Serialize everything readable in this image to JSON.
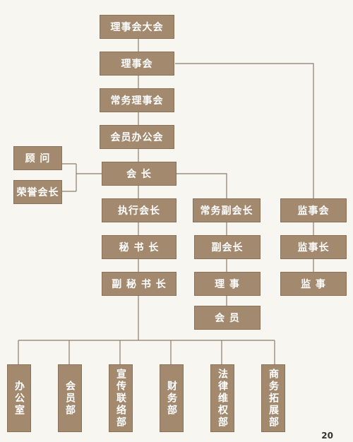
{
  "chart": {
    "boxes": {
      "general_assembly": "理事会大会",
      "council": "理事会",
      "standing_council": "常务理事会",
      "office_meeting": "会员办公会",
      "advisor": "顾 问",
      "honorary_president": "荣誉会长",
      "president": "会 长",
      "executive_president": "执行会长",
      "standing_vice_president": "常务副会长",
      "board_of_supervisors": "监事会",
      "secretary_general": "秘 书 长",
      "vice_president": "副会长",
      "chief_supervisor": "监事长",
      "deputy_secretary_general": "副 秘 书 长",
      "director": "理 事",
      "supervisor": "监 事",
      "member": "会 员"
    },
    "departments": [
      "办公室",
      "会员部",
      "宣传联络部",
      "财务部",
      "法律维权部",
      "商务拓展部"
    ]
  },
  "page_number": "20",
  "colors": {
    "box_fill": "#a38a6f",
    "line": "#8c7c6a",
    "background": "#f7f6f1"
  }
}
